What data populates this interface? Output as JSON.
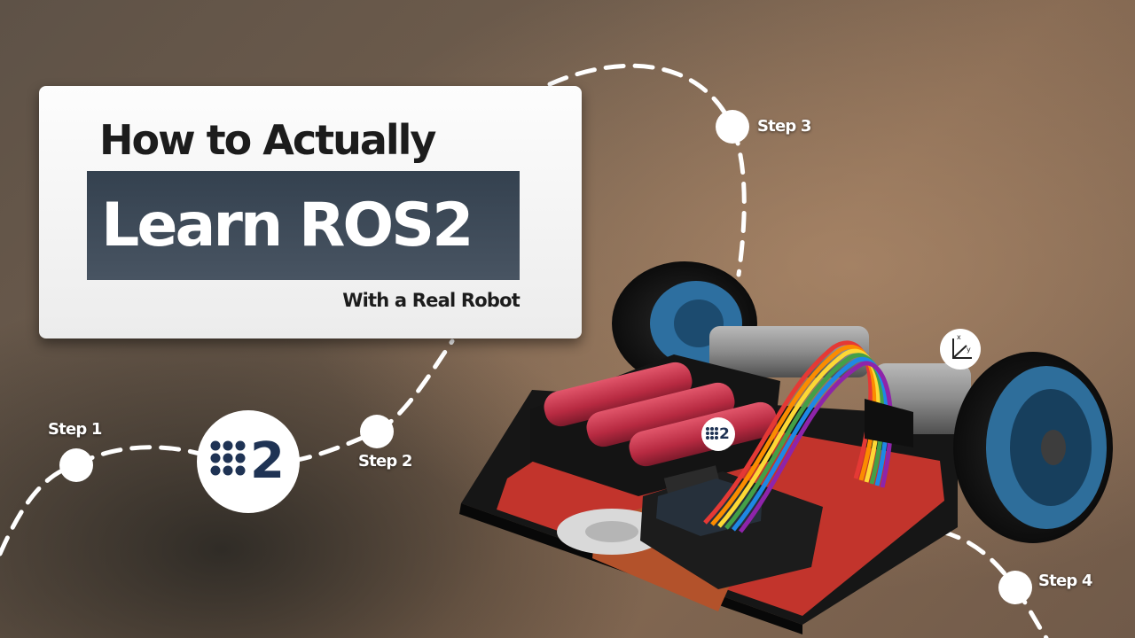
{
  "title": {
    "line1": "How to Actually",
    "line2": "Learn ROS2",
    "line3": "With a Real Robot"
  },
  "steps": [
    {
      "label": "Step 1"
    },
    {
      "label": "Step 2"
    },
    {
      "label": "Step 3"
    },
    {
      "label": "Step 4"
    }
  ],
  "logo": {
    "number": "2",
    "icon": "ros-dots-icon"
  },
  "robot_badge": {
    "number": "2"
  },
  "icons": {
    "axes": "xy-axes-icon"
  },
  "colors": {
    "banner": "#3d4956",
    "logo_navy": "#1f3354",
    "path": "#ffffff",
    "battery": "#c4344a",
    "wheel_rim": "#2f6f9a"
  }
}
